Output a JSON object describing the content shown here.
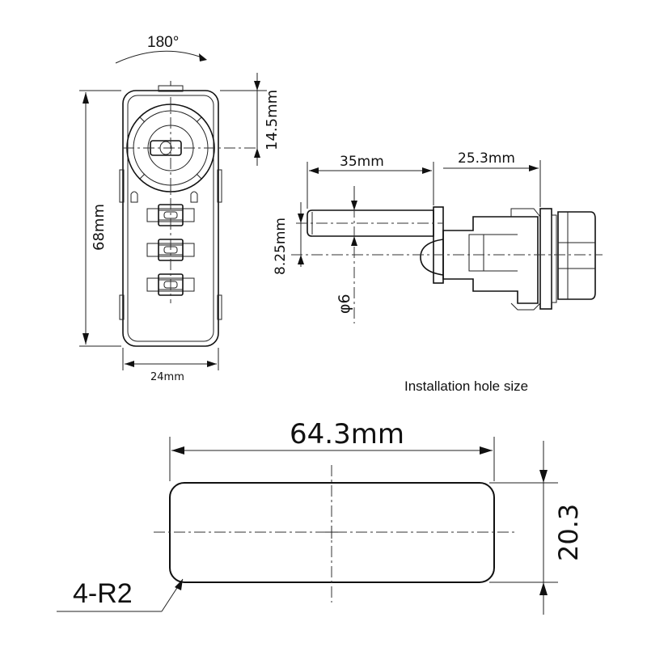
{
  "lock_front_view": {
    "rotation_label": "180°",
    "height_label": "68mm",
    "width_label": "24mm",
    "keyhole_offset_label": "14.5mm"
  },
  "lock_side_view": {
    "shaft_length_label": "35mm",
    "body_length_label": "25.3mm",
    "offset_label": "8.25mm",
    "diameter_label": "φ6"
  },
  "installation_hole": {
    "title": "Installation hole size",
    "width_label": "64.3mm",
    "height_label": "20.3",
    "radius_label": "4-R2"
  }
}
